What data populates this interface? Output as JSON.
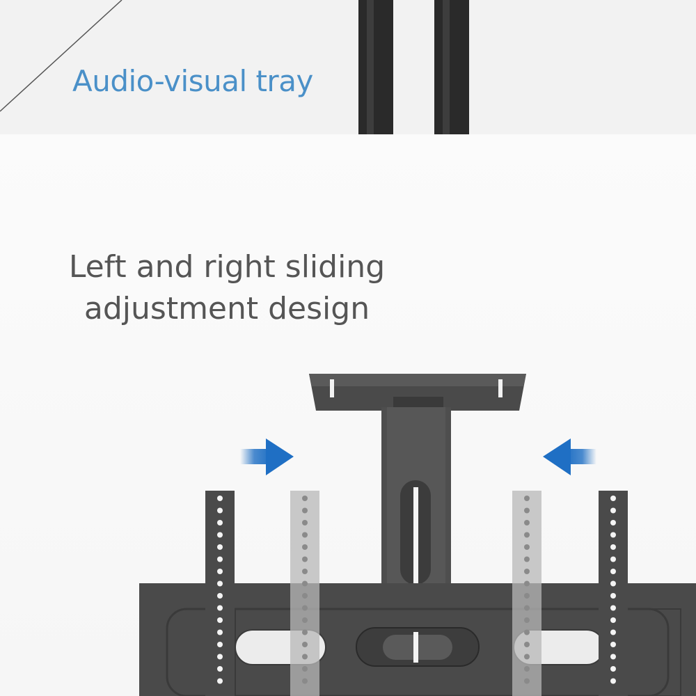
{
  "top_caption": "Audio-visual tray",
  "main_caption": {
    "line1": "Left and right sliding",
    "line2": "adjustment design"
  },
  "colors": {
    "top_caption": "#4a90c8",
    "main_caption": "#555555",
    "arrow": "#1f6fc4",
    "metal": "#4a4a4a",
    "ghost_metal": "#b5b5b5"
  },
  "icons": [
    "arrow-right-icon",
    "arrow-left-icon"
  ]
}
